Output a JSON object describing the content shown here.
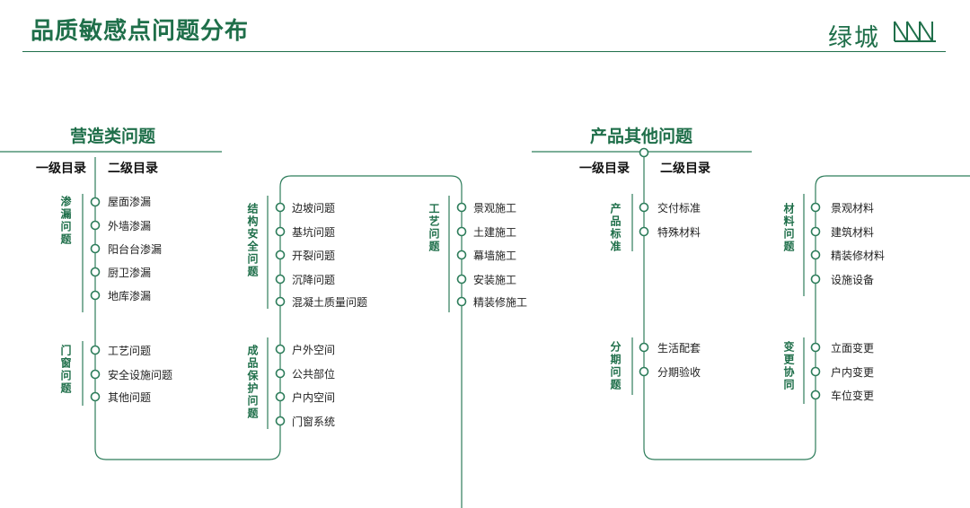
{
  "header": {
    "title": "品质敏感点问题分布",
    "logo_text": "绿城"
  },
  "colors": {
    "brand": "#1f6f4a",
    "line": "#2e7d5b"
  },
  "left_section": {
    "title": "营造类问题",
    "col_level1": "一级目录",
    "col_level2": "二级目录",
    "groups": [
      {
        "name": "渗漏问题",
        "items": [
          "屋面渗漏",
          "外墙渗漏",
          "阳台台渗漏",
          "厨卫渗漏",
          "地库渗漏"
        ]
      },
      {
        "name": "门窗问题",
        "items": [
          "工艺问题",
          "安全设施问题",
          "其他问题"
        ]
      },
      {
        "name": "结构安全问题",
        "items": [
          "边坡问题",
          "基坑问题",
          "开裂问题",
          "沉降问题",
          "混凝土质量问题"
        ]
      },
      {
        "name": "成品保护问题",
        "items": [
          "户外空间",
          "公共部位",
          "户内空间",
          "门窗系统"
        ]
      },
      {
        "name": "工艺问题",
        "items": [
          "景观施工",
          "土建施工",
          "幕墙施工",
          "安装施工",
          "精装修施工"
        ]
      }
    ]
  },
  "right_section": {
    "title": "产品其他问题",
    "col_level1": "一级目录",
    "col_level2": "二级目录",
    "groups": [
      {
        "name": "产品标准",
        "items": [
          "交付标准",
          "特殊材料"
        ]
      },
      {
        "name": "分期问题",
        "items": [
          "生活配套",
          "分期验收"
        ]
      },
      {
        "name": "材料问题",
        "items": [
          "景观材料",
          "建筑材料",
          "精装修材料",
          "设施设备"
        ]
      },
      {
        "name": "变更协同",
        "items": [
          "立面变更",
          "户内变更",
          "车位变更"
        ]
      }
    ]
  }
}
